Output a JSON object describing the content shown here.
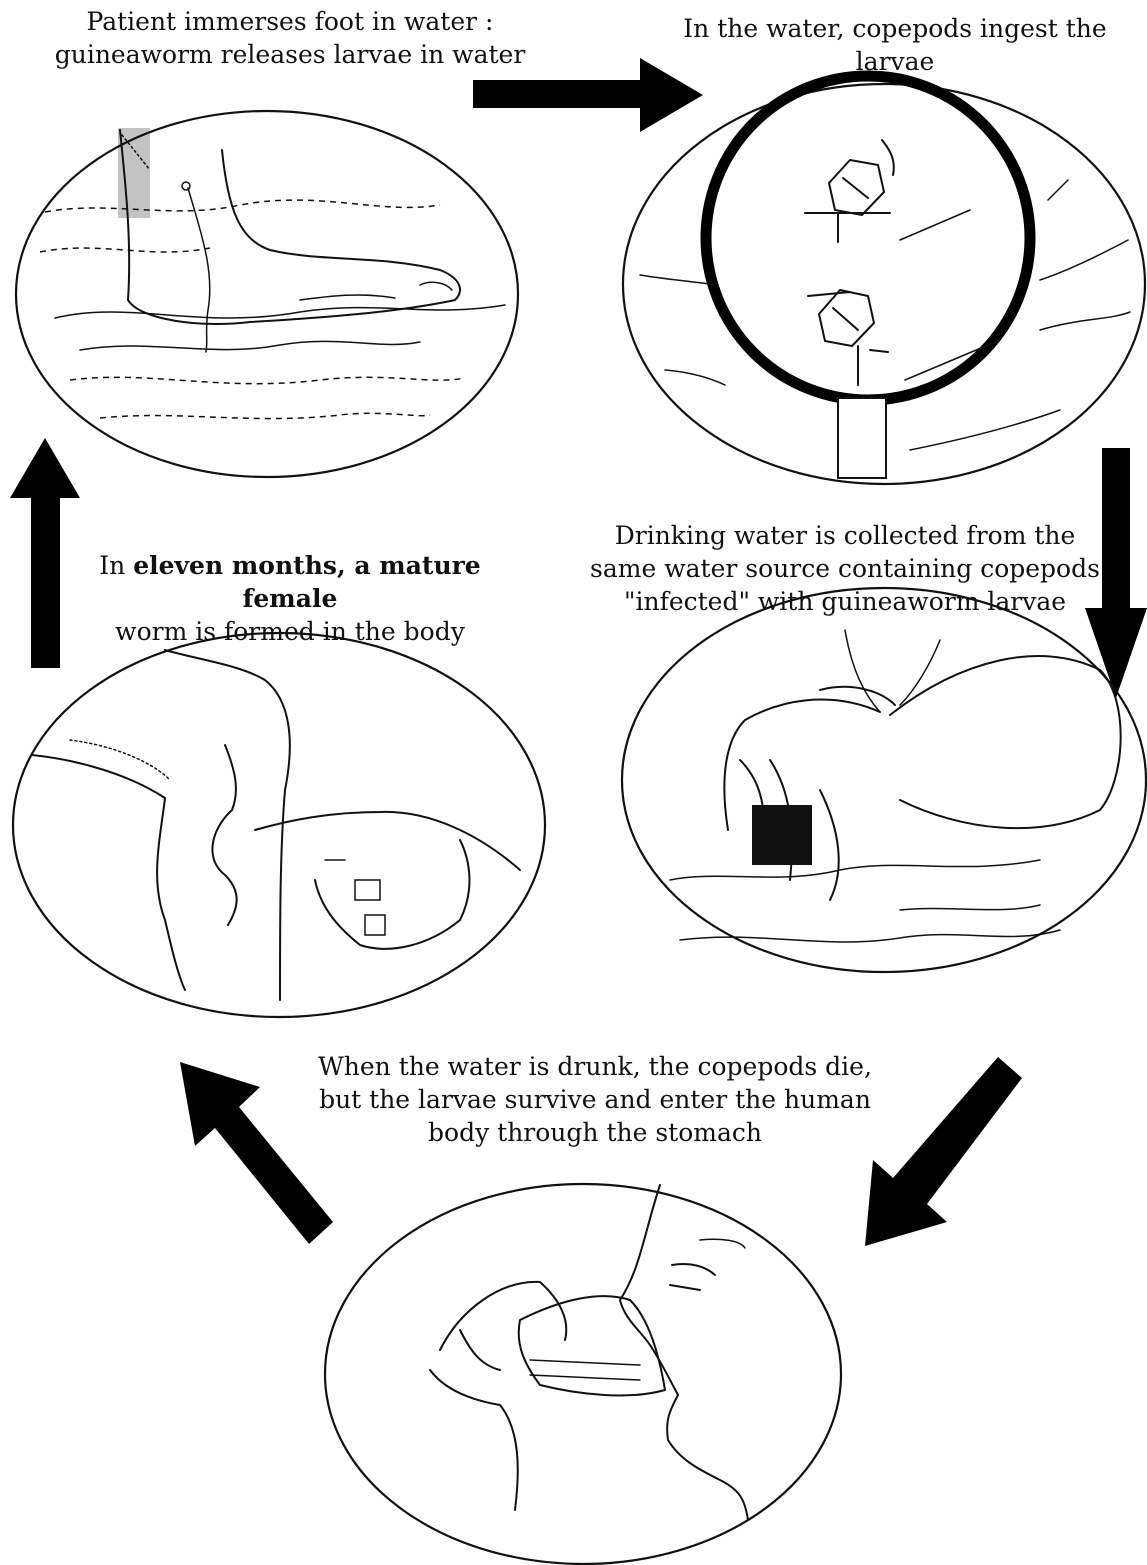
{
  "steps": [
    {
      "line1": "Patient immerses foot in water :",
      "line2": "guineaworm releases larvae in water"
    },
    {
      "line1": "In the water, copepods ingest the",
      "line2": "larvae"
    },
    {
      "line1": "Drinking water is collected from the",
      "line2": "same water source containing copepods",
      "line3": "\"infected\" with guineaworm larvae"
    },
    {
      "line1": "When the water is drunk, the copepods die,",
      "line2": "but the larvae survive and enter the human",
      "line3": "body through the stomach"
    },
    {
      "line1_pre": "In ",
      "line1_bold": "eleven months, a mature female",
      "line2": "worm is formed in the body"
    }
  ],
  "illustrations": [
    {
      "icon": "foot-in-water-icon"
    },
    {
      "icon": "magnifier-copepods-icon"
    },
    {
      "icon": "hand-collecting-water-icon"
    },
    {
      "icon": "person-drinking-icon"
    },
    {
      "icon": "worm-under-skin-icon"
    }
  ],
  "colors": {
    "ink": "#111111",
    "background": "#ffffff"
  }
}
